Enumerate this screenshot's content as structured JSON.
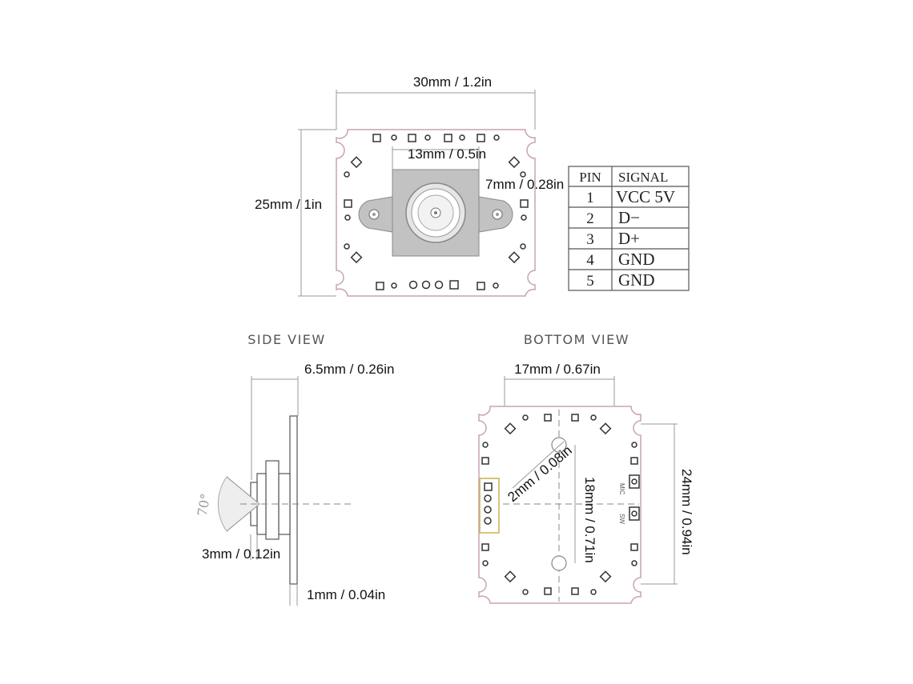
{
  "top_view": {
    "width_label": "30mm / 1.2in",
    "height_label": "25mm / 1in",
    "lens_mount_label": "13mm / 0.5in",
    "hole_label": "7mm / 0.28in"
  },
  "pin_table": {
    "headers": [
      "PIN",
      "SIGNAL"
    ],
    "rows": [
      {
        "pin": "1",
        "signal": "VCC  5V"
      },
      {
        "pin": "2",
        "signal": "D−"
      },
      {
        "pin": "3",
        "signal": "D+"
      },
      {
        "pin": "4",
        "signal": "GND"
      },
      {
        "pin": "5",
        "signal": "GND"
      }
    ]
  },
  "side_view": {
    "title": "SIDE VIEW",
    "depth_label": "6.5mm / 0.26in",
    "angle_label": "70°",
    "lens_label": "3mm / 0.12in",
    "board_label": "1mm / 0.04in"
  },
  "bottom_view": {
    "title": "BOTTOM  VIEW",
    "hole_spacing_label": "17mm / 0.67in",
    "hole_dia_label": "2mm / 0.08in",
    "vertical_spacing_label": "18mm / 0.71in",
    "height_label": "24mm / 0.94in",
    "mic_label": "MIC",
    "sw_label": "SW"
  }
}
